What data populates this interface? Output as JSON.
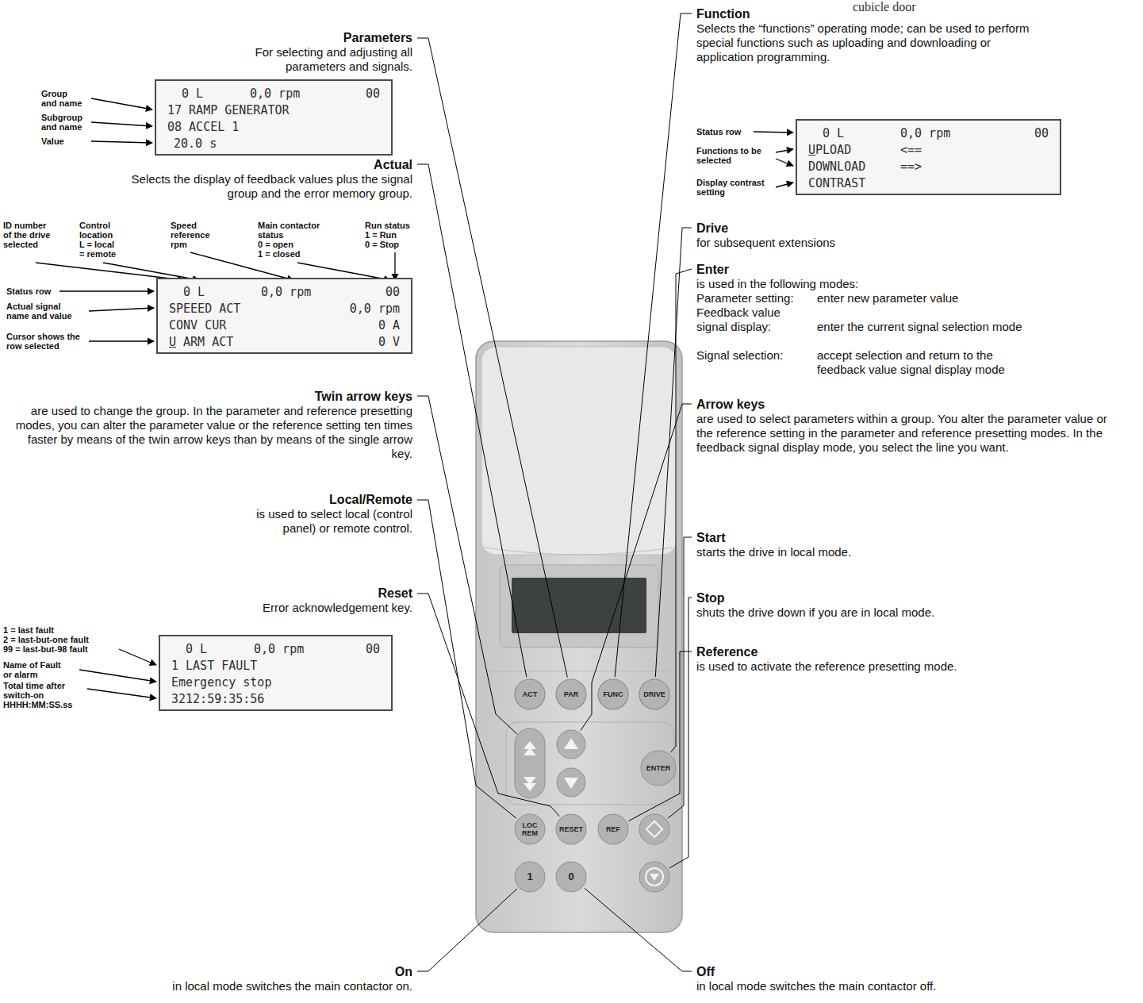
{
  "diagram": {
    "nodes": [
      {
        "text": [
          "0 L",
          "0,0 rpm",
          "00",
          "17 RAMP GENERATOR",
          "08 ACCEL 1",
          "20.0 s"
        ]
      },
      {
        "text": [
          "0 L",
          "0,0 rpm",
          "00",
          "UPLOAD",
          "<==",
          "DOWNLOAD",
          "==>",
          "CONTRAST"
        ]
      },
      {
        "text": [
          "0 L",
          "0,0 rpm",
          "00",
          "SPEEED ACT",
          "0,0 rpm",
          "CONV CUR",
          "0 A",
          "U ARM ACT",
          "0 V"
        ]
      },
      {
        "text": [
          "0 L",
          "0,0 rpm",
          "00",
          "1 LAST FAULT",
          "Emergency stop",
          "3212:59:35:56"
        ]
      }
    ],
    "labels": [
      "cubicle door",
      "Parameters",
      "For selecting and adjusting all parameters and signals.",
      "Group and name",
      "Subgroup and name",
      "Value",
      "Function",
      "Selects the “functions” operating mode; can be used to perform special functions such as uploading and downloading or application programming.",
      "Status row",
      "Functions to be selected",
      "Display contrast setting",
      "Actual",
      "Selects the display of feedback values plus the signal group and the error memory group.",
      "Drive",
      "for subsequent extensions",
      "ID number of the drive selected",
      "Control location",
      "L = local",
      "= remote",
      "Speed reference rpm",
      "Main contactor status",
      "0 = open",
      "1 = closed",
      "Run status",
      "1 = Run",
      "0 = Stop",
      "Enter",
      "is used in the following modes:",
      "Parameter setting:",
      "enter new parameter value",
      "Feedback value signal display:",
      "enter the current signal selection mode",
      "Signal selection:",
      "accept selection and return to the feedback value signal display mode",
      "Status row",
      "Actual signal name and value",
      "Cursor shows the row selected",
      "Twin arrow keys",
      "are used to change the group. In the parameter and reference presetting modes, you can alter the parameter value or the reference setting ten times faster by means of the twin arrow keys than by means of the single arrow key.",
      "Arrow keys",
      "are used to select parameters within a group. You alter the parameter value or the reference setting in the parameter and reference presetting modes. In the feedback signal display mode, you select the line you want.",
      "Local/Remote",
      "is used to select local (control panel) or remote control.",
      "Start",
      "starts the drive in local mode.",
      "Reset",
      "Error acknowledgement key.",
      "Stop",
      "shuts the drive down if you are in local mode.",
      "1 = last fault",
      "2 = last-but-one fault",
      "99 = last-but-98 fault",
      "Name of Fault or alarm",
      "Total time after switch-on",
      "HHHH:MM:SS.ss",
      "Reference",
      "is used to activate the reference presetting mode.",
      "On",
      "in local mode switches the main contactor on.",
      "Off",
      "in local mode switches the main contactor off.",
      "ACT",
      "PAR",
      "FUNC",
      "DRIVE",
      "ENTER",
      "LOC REM",
      "RESET",
      "REF",
      "1",
      "0"
    ]
  }
}
